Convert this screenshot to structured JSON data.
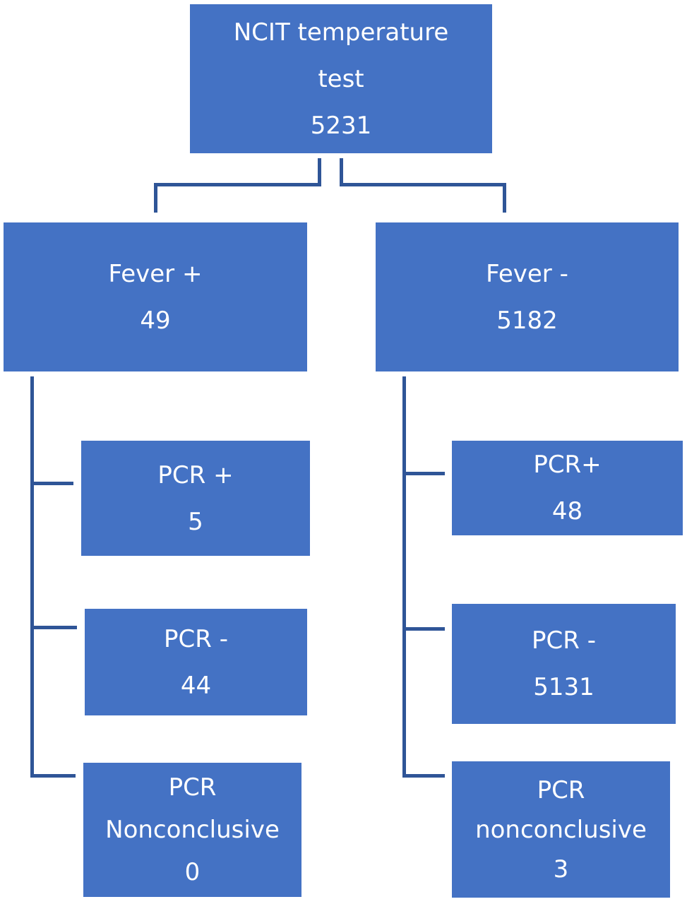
{
  "root": {
    "line1": "NCIT temperature",
    "line2": "test",
    "count": "5231"
  },
  "fever_pos": {
    "label": "Fever +",
    "count": "49",
    "children": [
      {
        "label": "PCR +",
        "count": "5"
      },
      {
        "label": "PCR -",
        "count": "44"
      },
      {
        "label1": "PCR",
        "label2": "Nonconclusive",
        "count": "0"
      }
    ]
  },
  "fever_neg": {
    "label": "Fever -",
    "count": "5182",
    "children": [
      {
        "label": "PCR+",
        "count": "48"
      },
      {
        "label": "PCR -",
        "count": "5131"
      },
      {
        "label1": "PCR",
        "label2": "nonconclusive",
        "count": "3"
      }
    ]
  },
  "colors": {
    "box_fill": "#4472c4",
    "connector": "#2f5597",
    "text": "#ffffff"
  }
}
